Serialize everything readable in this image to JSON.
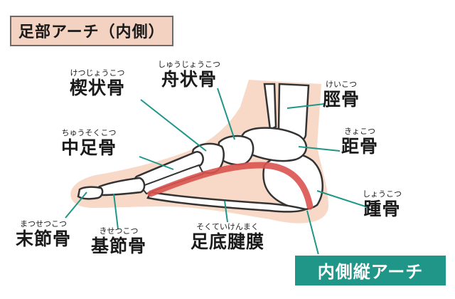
{
  "title": "足部アーチ（内側）",
  "labels": {
    "kusabijo": {
      "ruby": "けつじょうこつ",
      "name": "楔状骨"
    },
    "shujo": {
      "ruby": "しゅうじょうこつ",
      "name": "舟状骨"
    },
    "keikotsu": {
      "ruby": "けいこつ",
      "name": "脛骨"
    },
    "chusoku": {
      "ruby": "ちゅうそくこつ",
      "name": "中足骨"
    },
    "kyokotsu": {
      "ruby": "きょこつ",
      "name": "距骨"
    },
    "shokotsu": {
      "ruby": "しょうこつ",
      "name": "踵骨"
    },
    "massetsu": {
      "ruby": "まつせつこつ",
      "name": "末節骨"
    },
    "kisetsu": {
      "ruby": "きせつこつ",
      "name": "基節骨"
    },
    "sokutei": {
      "ruby": "そくていけんまく",
      "name": "足底腱膜"
    }
  },
  "arch_label": "内側縦アーチ",
  "colors": {
    "skin": "#f8d9c8",
    "bone_fill": "#ffffff",
    "bone_stroke": "#333333",
    "arch": "#d9534f",
    "leader": "#1f9688",
    "arch_box": "#1f9688"
  }
}
